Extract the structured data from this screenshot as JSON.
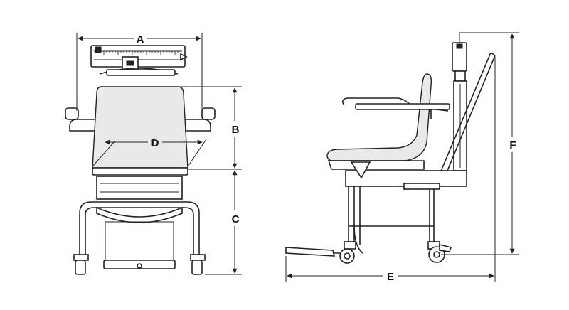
{
  "dimensions": {
    "a": "A",
    "b": "B",
    "c": "C",
    "d": "D",
    "e": "E",
    "f": "F"
  },
  "colors": {
    "line": "#222222",
    "background": "#ffffff"
  }
}
